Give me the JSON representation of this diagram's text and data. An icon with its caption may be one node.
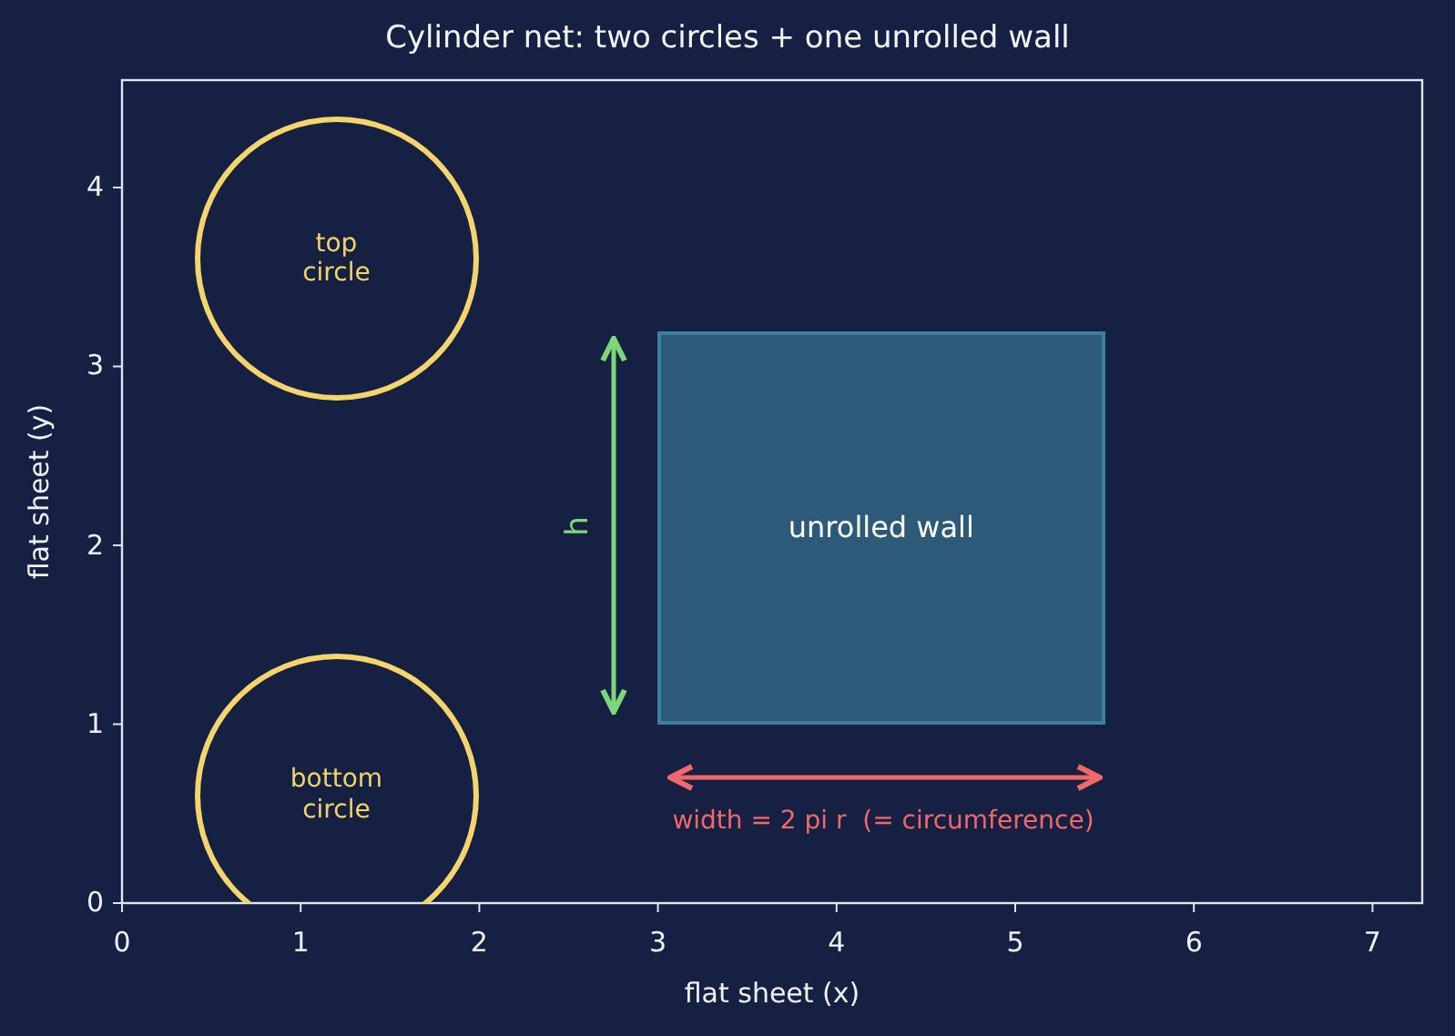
{
  "diagram": {
    "title": "Cylinder net: two circles + one unrolled wall",
    "nodes": [
      {
        "text": [
          "top circle"
        ]
      },
      {
        "text": [
          "bottom circle"
        ]
      },
      {
        "text": [
          "unrolled wall"
        ]
      }
    ],
    "labels": [
      "4",
      "3",
      "2",
      "1",
      "0",
      "h",
      "width = 2 pi r  (= circumference)",
      "0",
      "1",
      "2",
      "3",
      "4",
      "5",
      "6",
      "7",
      "flat sheet (x)",
      "flat sheet (y)"
    ]
  }
}
